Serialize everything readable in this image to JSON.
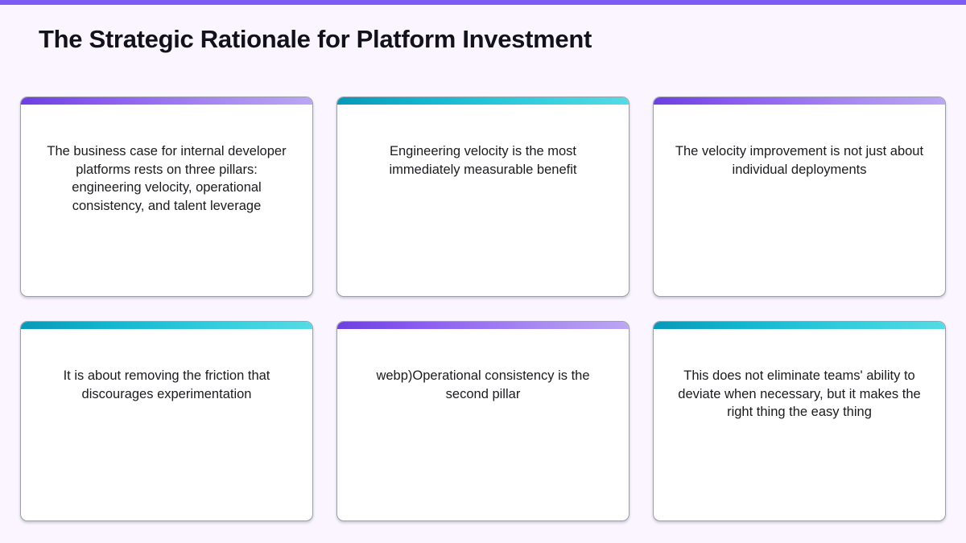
{
  "theme": {
    "page_background": "#faf5ff",
    "top_stripe_color": "#7c5cf5",
    "card_background": "#ffffff",
    "card_border": "#9aa0a6",
    "accent_purple_from": "#6d3fe0",
    "accent_purple_to": "#bba6f3",
    "accent_teal_from": "#0898b8",
    "accent_teal_to": "#55dbe4",
    "title_color": "#12121a",
    "body_text_color": "#1b1b1f"
  },
  "header": {
    "title": "The Strategic Rationale for Platform Investment"
  },
  "cards": [
    {
      "id": "card-1",
      "accent": "purple",
      "text": "The business case for internal developer platforms rests on three pillars: engineering velocity, operational consistency, and talent leverage"
    },
    {
      "id": "card-2",
      "accent": "teal",
      "text": "Engineering velocity is the most immediately measurable benefit"
    },
    {
      "id": "card-3",
      "accent": "purple",
      "text": "The velocity improvement is not just about individual deployments"
    },
    {
      "id": "card-4",
      "accent": "teal",
      "text": "It is about removing the friction that discourages experimentation"
    },
    {
      "id": "card-5",
      "accent": "purple",
      "text": "webp)Operational consistency is the second pillar"
    },
    {
      "id": "card-6",
      "accent": "teal",
      "text": "This does not eliminate teams' ability to deviate when necessary, but it makes the right thing the easy thing"
    }
  ]
}
